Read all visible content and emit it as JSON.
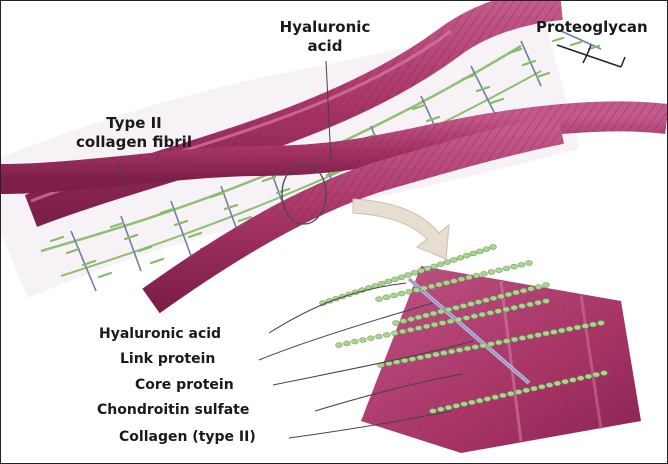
{
  "labels": {
    "hyaluronic_top_line1": "Hyaluronic",
    "hyaluronic_top_line2": "acid",
    "proteoglycan": "Proteoglycan",
    "type2_line1": "Type II",
    "type2_line2": "collagen fibril",
    "legend": [
      "Hyaluronic acid",
      "Link protein",
      "Core protein",
      "Chondroitin sulfate",
      "Collagen (type II)"
    ]
  },
  "colors": {
    "collagen": "#a73566",
    "collagen_dark": "#7e1f4a",
    "collagen_light": "#c9628e",
    "hyaluronic": "#8fbf74",
    "link_protein": "#b9b3dc",
    "arrow": "#e7ddd0"
  }
}
